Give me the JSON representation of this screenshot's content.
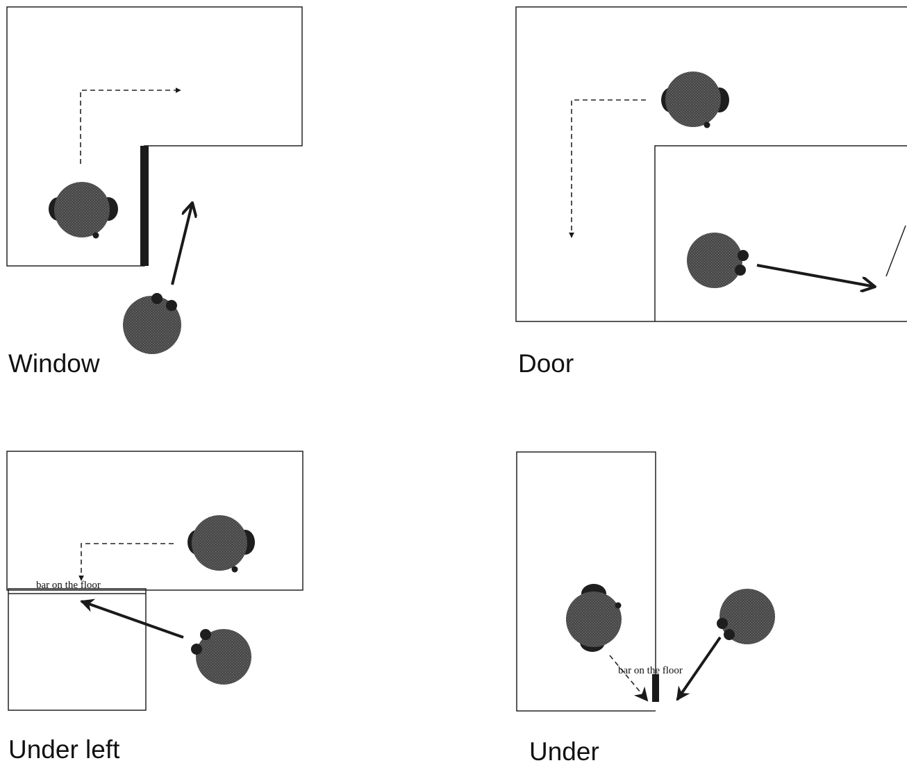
{
  "panels": {
    "window": {
      "caption": "Window"
    },
    "door": {
      "caption": "Door"
    },
    "under_left": {
      "caption": "Under left",
      "bar_label": "bar on the floor"
    },
    "under": {
      "caption": "Under",
      "bar_label": "bar on the floor"
    }
  },
  "colors": {
    "line": "#222222",
    "figure": "#555555",
    "figure_dark": "#1e1e1e"
  }
}
